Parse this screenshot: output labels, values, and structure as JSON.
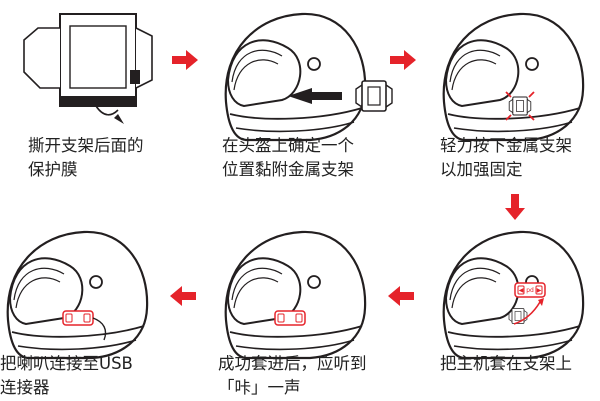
{
  "colors": {
    "arrow_red": "#e5232a",
    "line": "#231f20",
    "badge_red": "#e5232a"
  },
  "badges": {
    "left": "◀",
    "middle": "pd",
    "right": "▶"
  },
  "steps": [
    {
      "caption": [
        "撕开支架后面的",
        "保护膜"
      ]
    },
    {
      "caption": [
        "在头盔上确定一个",
        "位置黏附金属支架"
      ]
    },
    {
      "caption": [
        "轻力按下金属支架",
        "以加强固定"
      ]
    },
    {
      "caption": [
        "把主机套在支架上"
      ]
    },
    {
      "caption": [
        "成功套进后，应听到",
        "「咔」一声"
      ]
    },
    {
      "caption": [
        "把喇叭连接至USB",
        "连接器"
      ]
    }
  ],
  "flow_arrows": [
    {
      "direction": "right"
    },
    {
      "direction": "right"
    },
    {
      "direction": "down"
    },
    {
      "direction": "left"
    },
    {
      "direction": "left"
    }
  ]
}
